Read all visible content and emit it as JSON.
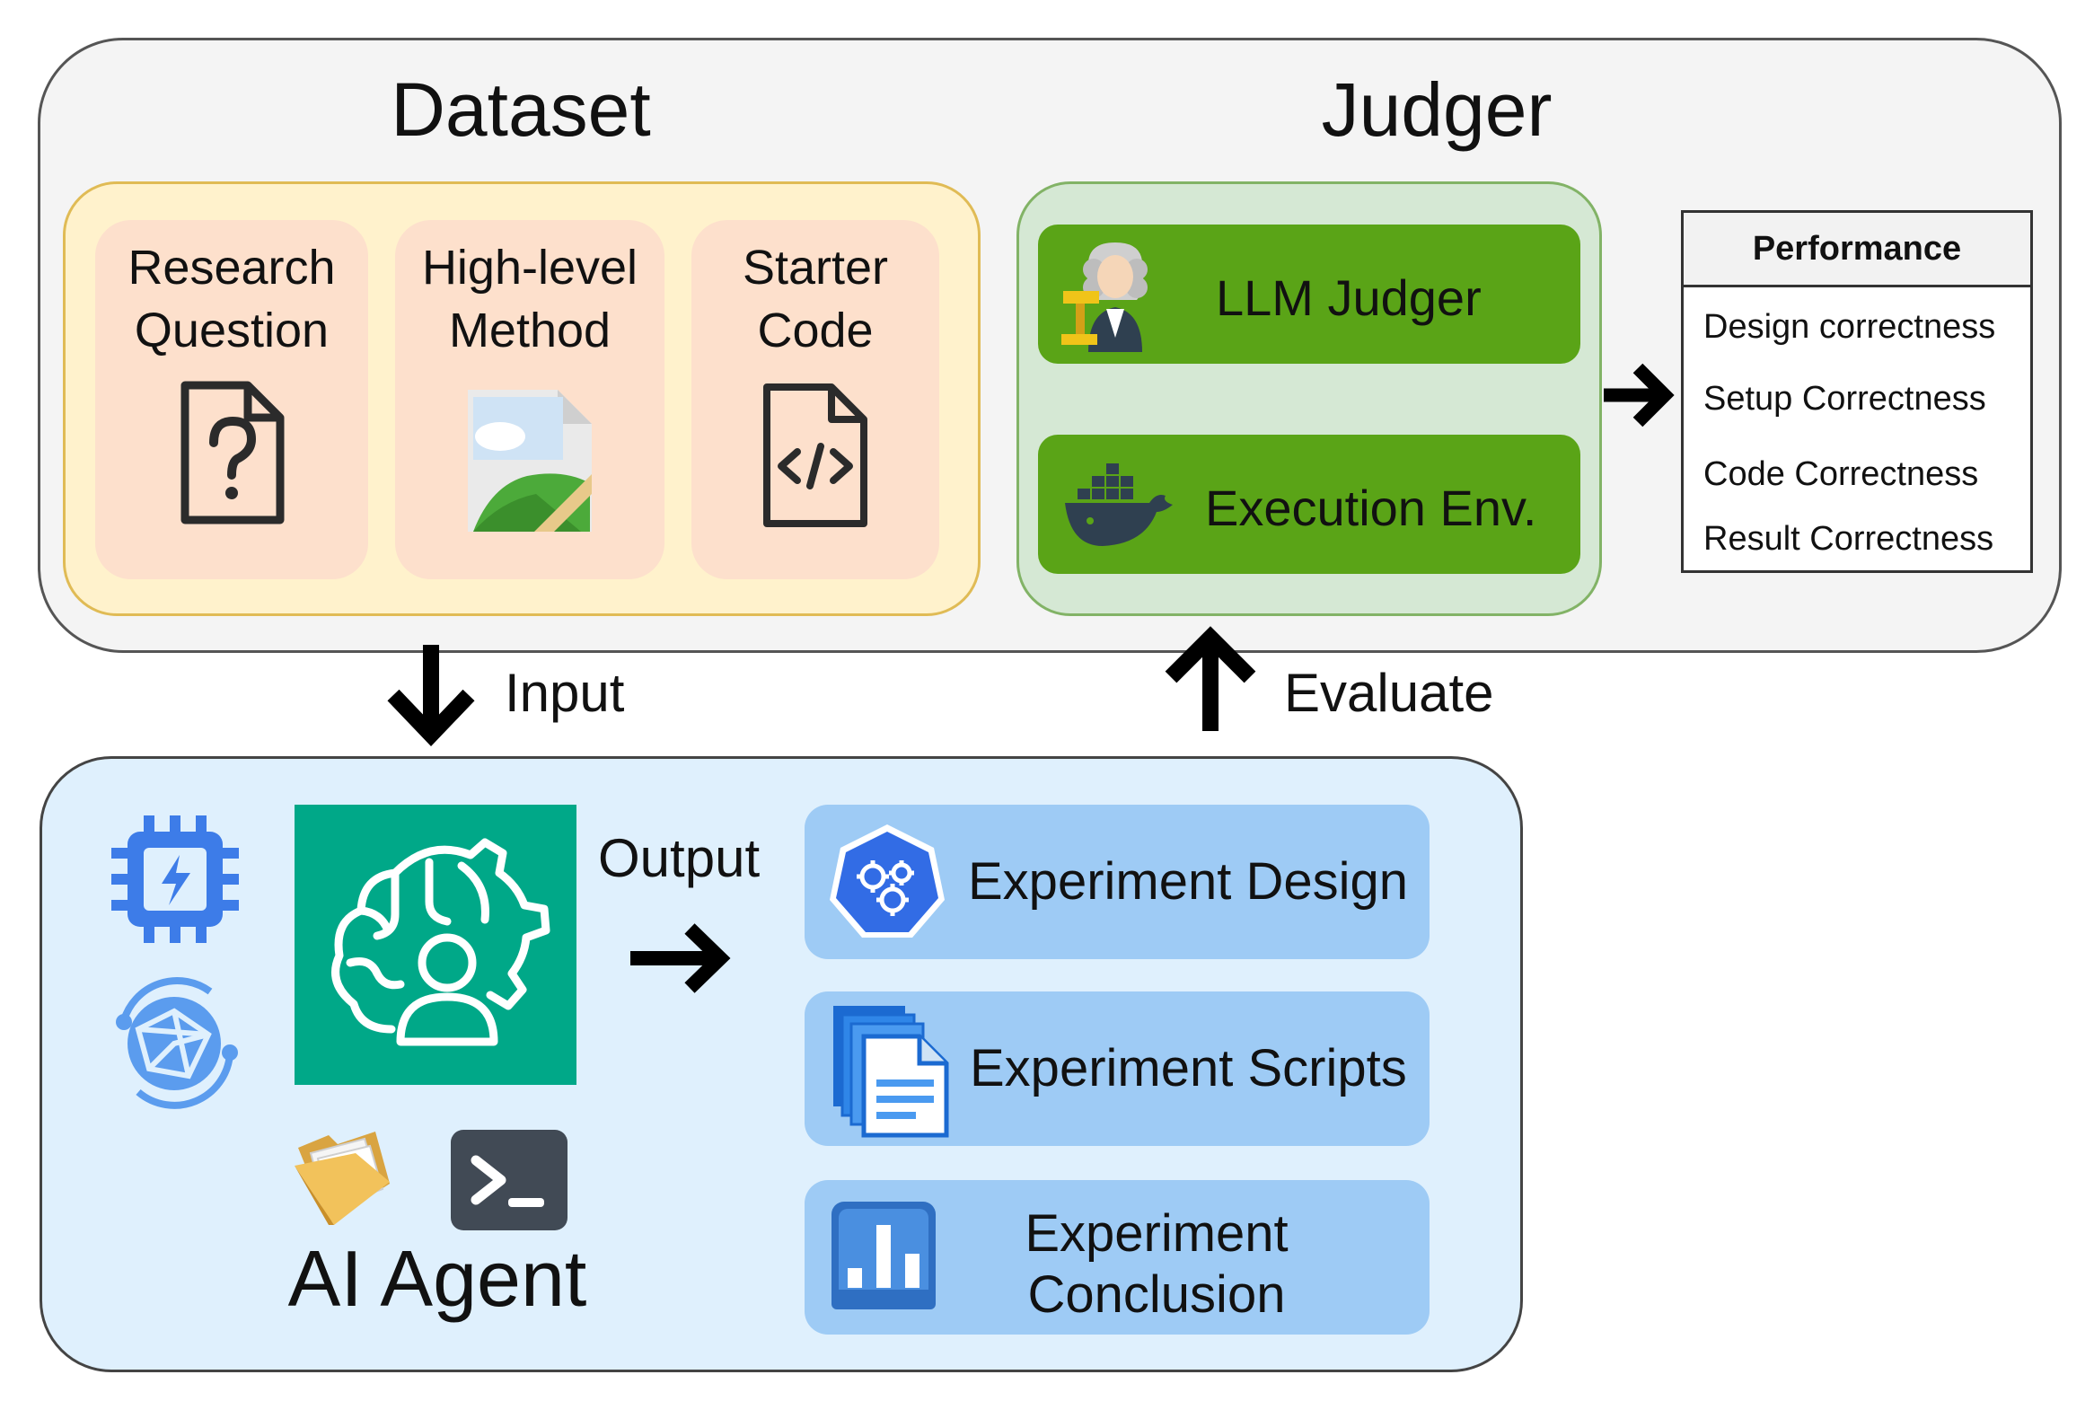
{
  "dataset": {
    "title": "Dataset",
    "cards": [
      {
        "line1": "Research",
        "line2": "Question",
        "icon": "question-file-icon"
      },
      {
        "line1": "High-level",
        "line2": "Method",
        "icon": "image-file-icon"
      },
      {
        "line1": "Starter",
        "line2": "Code",
        "icon": "code-file-icon"
      }
    ]
  },
  "judger": {
    "title": "Judger",
    "llm_label": "LLM Judger",
    "env_label": "Execution Env."
  },
  "performance": {
    "header": "Performance",
    "rows": [
      "Design correctness",
      "Setup Correctness",
      "Code Correctness",
      "Result Correctness"
    ]
  },
  "flow": {
    "input_label": "Input",
    "evaluate_label": "Evaluate",
    "output_label": "Output"
  },
  "agent": {
    "title": "AI Agent",
    "icons": [
      "chip-icon",
      "globe-network-icon",
      "brain-gear-icon",
      "folder-icon",
      "terminal-icon"
    ]
  },
  "outputs": {
    "design_label": "Experiment Design",
    "scripts_label": "Experiment Scripts",
    "conclusion_line1": "Experiment",
    "conclusion_line2": "Conclusion"
  },
  "colors": {
    "dataset_fill": "#fff2cc",
    "dataset_card": "#fde0cc",
    "judger_fill": "#d5e8d4",
    "judger_button": "#5aa417",
    "agent_panel": "#dff0fd",
    "output_card": "#9ecbf5",
    "agent_icon_bg": "#00a888",
    "accent_blue": "#3d7ce8"
  }
}
